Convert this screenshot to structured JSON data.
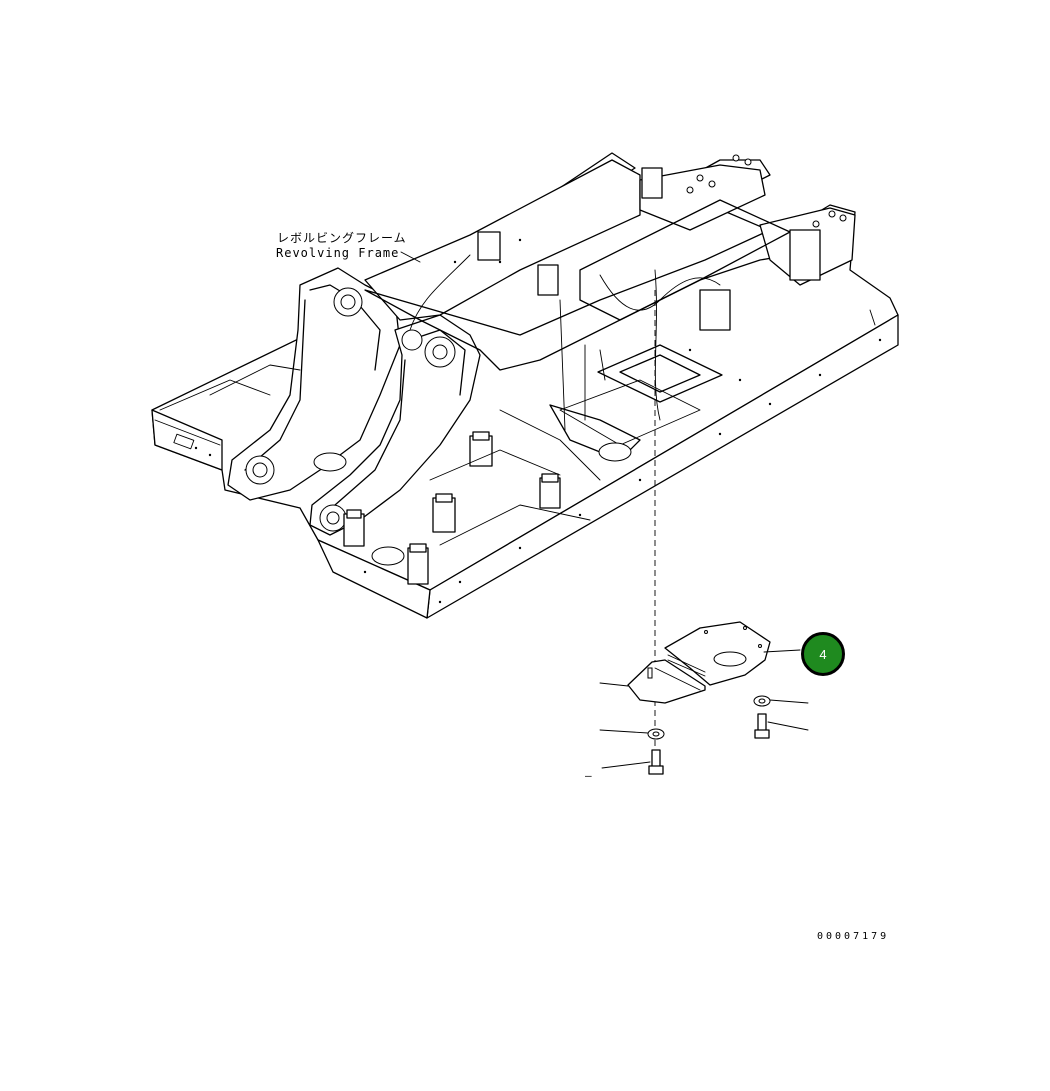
{
  "diagram": {
    "frame_label_ja": "レボルビングフレーム",
    "frame_label_en": "Revolving Frame",
    "callout_number": "4",
    "drawing_number": "00007179",
    "dash_mark": "–",
    "colors": {
      "callout_fill": "#1f8a1f",
      "callout_text": "#ffffff",
      "line": "#000000",
      "background": "#ffffff"
    }
  }
}
